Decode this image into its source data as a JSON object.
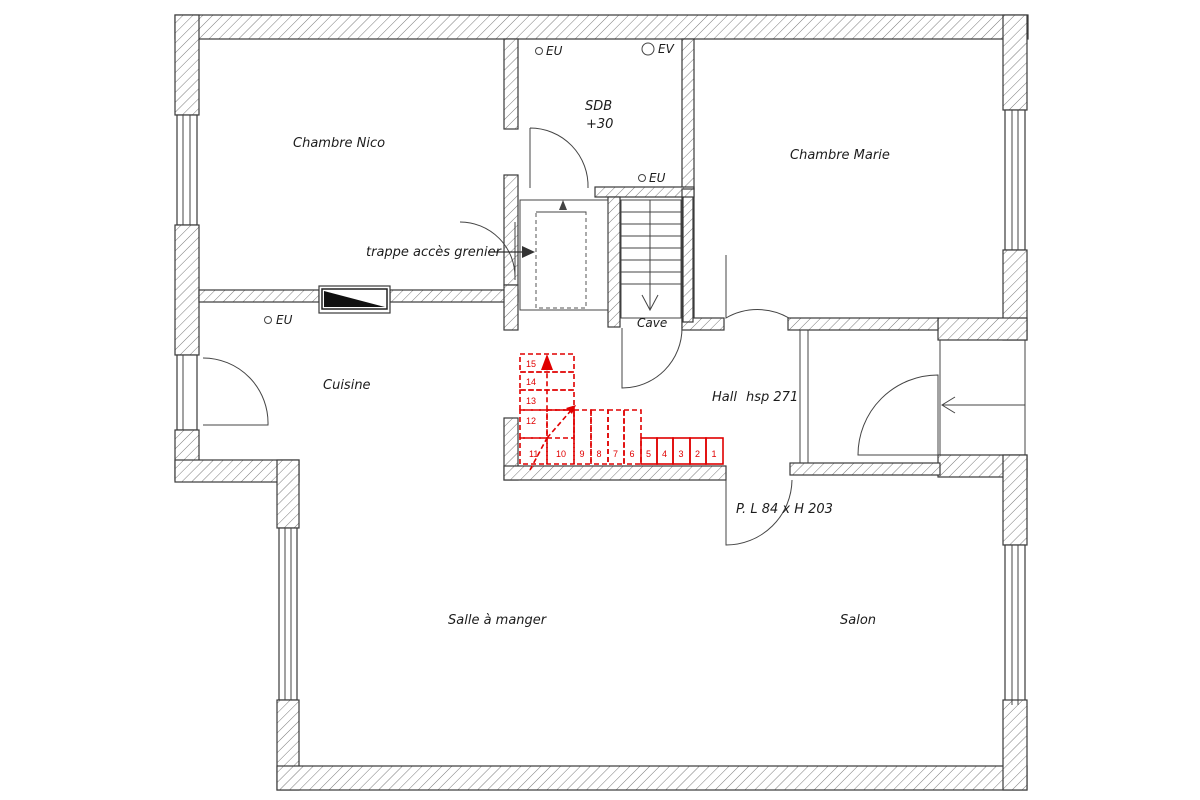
{
  "rooms": {
    "chambre_nico": "Chambre Nico",
    "chambre_marie": "Chambre Marie",
    "sdb": "SDB",
    "sdb_level": "+30",
    "cuisine": "Cuisine",
    "salle_a_manger": "Salle à manger",
    "salon": "Salon",
    "hall": "Hall",
    "hall_height": "hsp 271",
    "cave": "Cave"
  },
  "annotations": {
    "trappe": "trappe accès grenier",
    "porte": "P. L 84 x H 203"
  },
  "fixtures": {
    "eu": "EU",
    "ev": "EV"
  },
  "stairs": {
    "steps": [
      "1",
      "2",
      "3",
      "4",
      "5",
      "6",
      "7",
      "8",
      "9",
      "10",
      "11",
      "12",
      "13",
      "14",
      "15"
    ]
  },
  "colors": {
    "stair_new": "#e00000",
    "wall_outline": "#3a3a3a"
  }
}
